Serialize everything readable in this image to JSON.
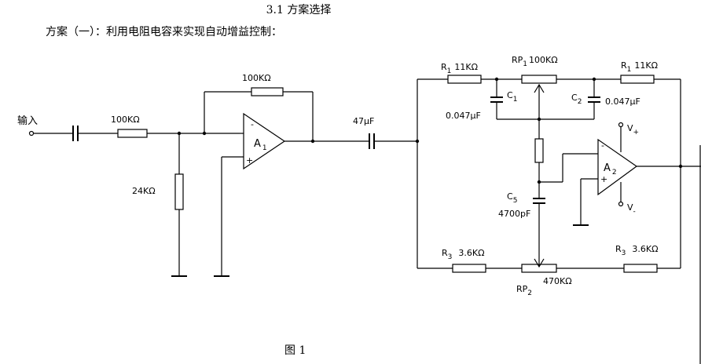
{
  "heading": "3.1 方案选择",
  "intro": "方案（一）：利用电阻电容来实现自动增益控制：",
  "caption": "图 1",
  "labels": {
    "input": "输入",
    "r_in": "100KΩ",
    "r_feedback": "100KΩ",
    "r_ground": "24KΩ",
    "cap_coupling": "47μF",
    "opamp1": {
      "main": "A",
      "sub": "1"
    },
    "opamp2": {
      "main": "A",
      "sub": "2"
    },
    "r1_left": {
      "main": "R",
      "sub": "1",
      "value": "11KΩ"
    },
    "r1_right": {
      "main": "R",
      "sub": "1",
      "value": "11KΩ"
    },
    "rp1": {
      "main": "RP",
      "sub": "1",
      "value": "100KΩ"
    },
    "c1": {
      "main": "C",
      "sub": "1",
      "value": "0.047μF"
    },
    "c2": {
      "main": "C",
      "sub": "2",
      "value": "0.047μF"
    },
    "c5": {
      "main": "C",
      "sub": "5",
      "value": "4700pF"
    },
    "r3_left": {
      "main": "R",
      "sub": "3",
      "value": "3.6KΩ"
    },
    "r3_right": {
      "main": "R",
      "sub": "3",
      "value": "3.6KΩ"
    },
    "rp2": {
      "main": "RP",
      "sub": "2",
      "value": "470KΩ"
    },
    "vplus": {
      "main": "V",
      "sub": "+"
    },
    "vminus": {
      "main": "V",
      "sub": "-"
    },
    "minus_sign": "-",
    "plus_sign": "+"
  }
}
